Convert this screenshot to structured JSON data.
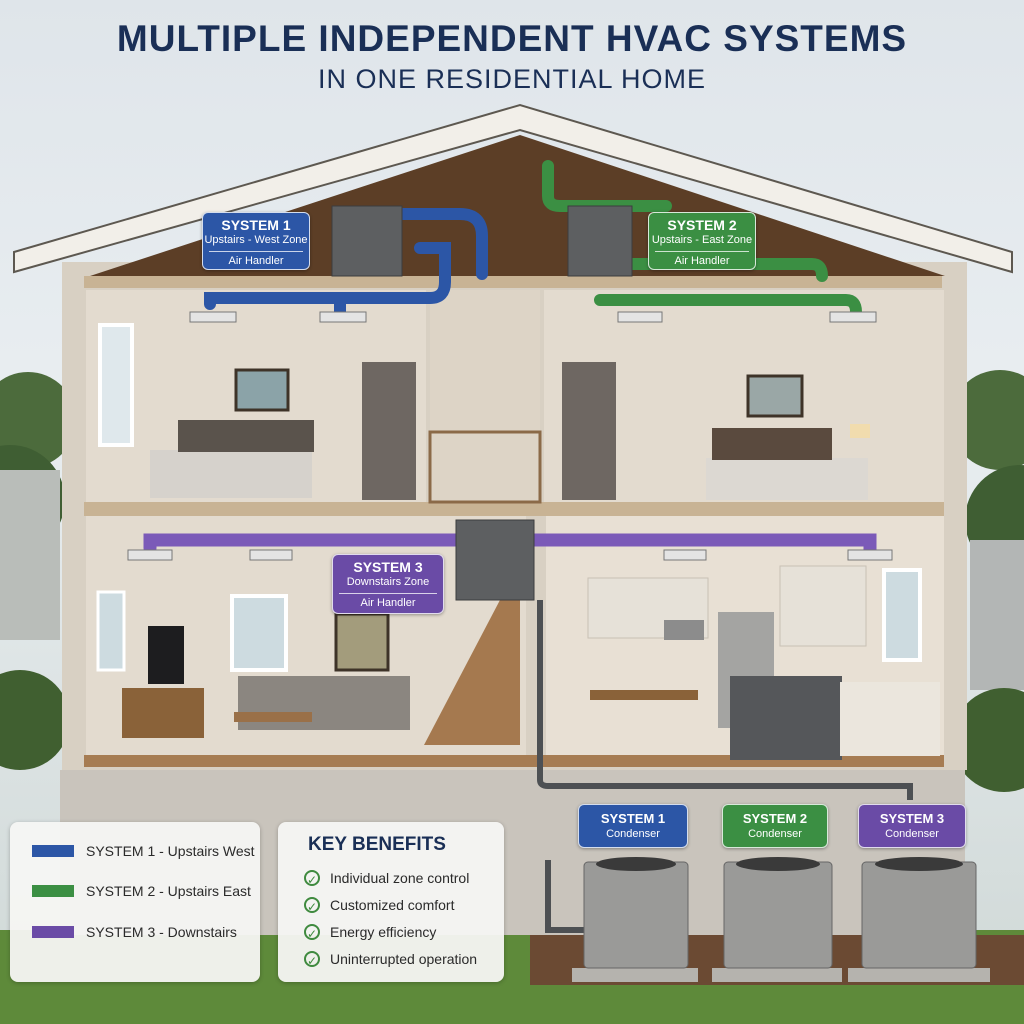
{
  "header": {
    "title": "MULTIPLE INDEPENDENT HVAC SYSTEMS",
    "subtitle": "IN ONE RESIDENTIAL HOME"
  },
  "colors": {
    "system1": "#2c56a6",
    "system2": "#3b8f43",
    "system3": "#6a4ba6",
    "title": "#1a2f56"
  },
  "air_handlers": [
    {
      "name": "SYSTEM 1",
      "zone": "Upstairs - West Zone",
      "unit": "Air Handler"
    },
    {
      "name": "SYSTEM 2",
      "zone": "Upstairs - East Zone",
      "unit": "Air Handler"
    },
    {
      "name": "SYSTEM 3",
      "zone": "Downstairs Zone",
      "unit": "Air Handler"
    }
  ],
  "condensers": [
    {
      "name": "SYSTEM 1",
      "unit": "Condenser"
    },
    {
      "name": "SYSTEM 2",
      "unit": "Condenser"
    },
    {
      "name": "SYSTEM 3",
      "unit": "Condenser"
    }
  ],
  "legend": [
    {
      "label": "SYSTEM 1 - Upstairs West"
    },
    {
      "label": "SYSTEM 2 - Upstairs East"
    },
    {
      "label": "SYSTEM 3 - Downstairs"
    }
  ],
  "benefits": {
    "title": "KEY BENEFITS",
    "items": [
      "Individual zone control",
      "Customized comfort",
      "Energy efficiency",
      "Uninterrupted operation"
    ]
  }
}
